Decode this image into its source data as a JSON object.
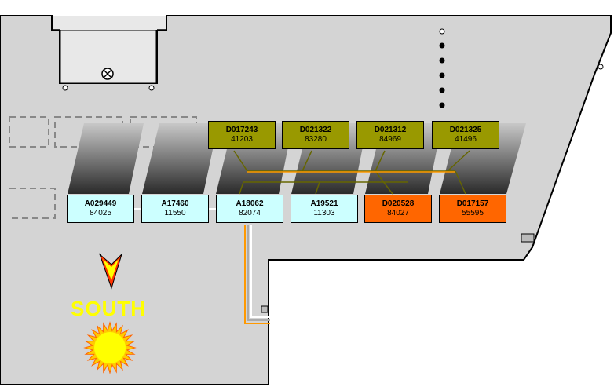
{
  "top_units": [
    {
      "id": "D017243",
      "value": "41203"
    },
    {
      "id": "D021322",
      "value": "83280"
    },
    {
      "id": "D021312",
      "value": "84969"
    },
    {
      "id": "D021325",
      "value": "41496"
    }
  ],
  "bottom_units": [
    {
      "id": "A029449",
      "value": "84025",
      "status": "normal"
    },
    {
      "id": "A17460",
      "value": "11550",
      "status": "normal"
    },
    {
      "id": "A18062",
      "value": "82074",
      "status": "normal"
    },
    {
      "id": "A19521",
      "value": "11303",
      "status": "normal"
    },
    {
      "id": "D020528",
      "value": "84027",
      "status": "alert"
    },
    {
      "id": "D017157",
      "value": "55595",
      "status": "alert"
    }
  ],
  "compass": {
    "label": "SOUTH"
  },
  "colors": {
    "floor": "#d4d4d4",
    "top_unit": "#999900",
    "normal_unit": "#ccffff",
    "alert_unit": "#ff6600",
    "compass_arrow": "#ff3300",
    "sun": "#ffff00",
    "cable_orange": "#ff9900",
    "cable_link": "#666600"
  },
  "icons": {
    "fixture": "cross-circle-icon",
    "arrow": "south-arrow-icon",
    "sun": "sun-icon"
  }
}
